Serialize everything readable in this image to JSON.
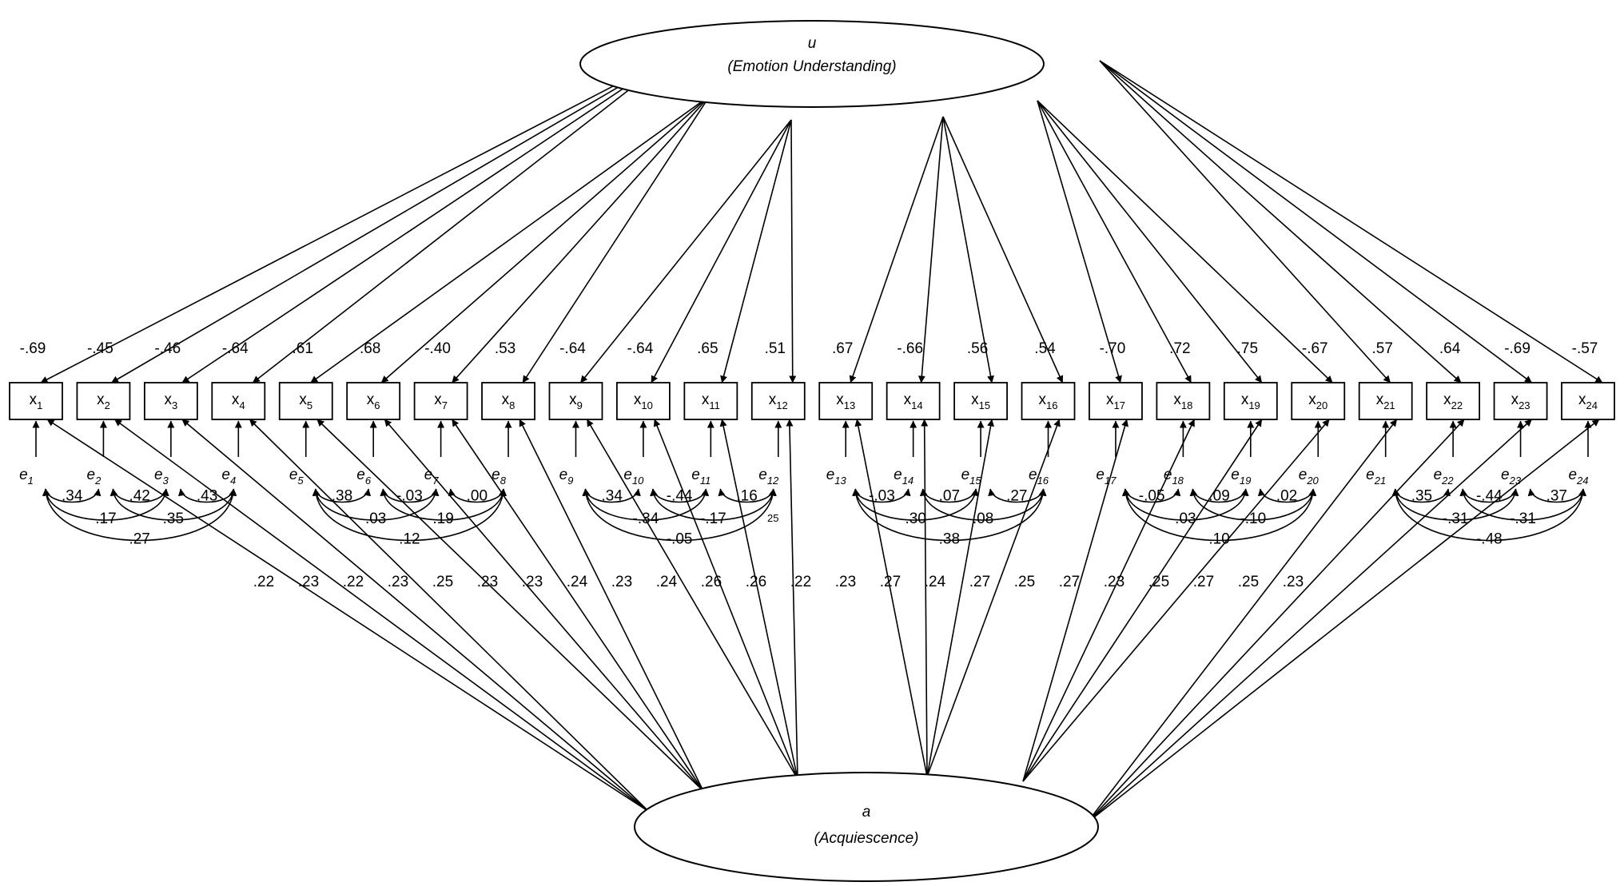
{
  "latents": {
    "u": {
      "symbol": "u",
      "name": "(Emotion Understanding)"
    },
    "a": {
      "symbol": "a",
      "name": "(Acquiescence)"
    }
  },
  "observed": [
    {
      "id": "x1",
      "letter": "x",
      "sub": "1"
    },
    {
      "id": "x2",
      "letter": "x",
      "sub": "2"
    },
    {
      "id": "x3",
      "letter": "x",
      "sub": "3"
    },
    {
      "id": "x4",
      "letter": "x",
      "sub": "4"
    },
    {
      "id": "x5",
      "letter": "x",
      "sub": "5"
    },
    {
      "id": "x6",
      "letter": "x",
      "sub": "6"
    },
    {
      "id": "x7",
      "letter": "x",
      "sub": "7"
    },
    {
      "id": "x8",
      "letter": "x",
      "sub": "8"
    },
    {
      "id": "x9",
      "letter": "x",
      "sub": "9"
    },
    {
      "id": "x10",
      "letter": "x",
      "sub": "10"
    },
    {
      "id": "x11",
      "letter": "x",
      "sub": "11"
    },
    {
      "id": "x12",
      "letter": "x",
      "sub": "12"
    },
    {
      "id": "x13",
      "letter": "x",
      "sub": "13"
    },
    {
      "id": "x14",
      "letter": "x",
      "sub": "14"
    },
    {
      "id": "x15",
      "letter": "x",
      "sub": "15"
    },
    {
      "id": "x16",
      "letter": "x",
      "sub": "16"
    },
    {
      "id": "x17",
      "letter": "x",
      "sub": "17"
    },
    {
      "id": "x18",
      "letter": "x",
      "sub": "18"
    },
    {
      "id": "x19",
      "letter": "x",
      "sub": "19"
    },
    {
      "id": "x20",
      "letter": "x",
      "sub": "20"
    },
    {
      "id": "x21",
      "letter": "x",
      "sub": "21"
    },
    {
      "id": "x22",
      "letter": "x",
      "sub": "22"
    },
    {
      "id": "x23",
      "letter": "x",
      "sub": "23"
    },
    {
      "id": "x24",
      "letter": "x",
      "sub": "24"
    }
  ],
  "errors": [
    {
      "letter": "e",
      "sub": "1"
    },
    {
      "letter": "e",
      "sub": "2"
    },
    {
      "letter": "e",
      "sub": "3"
    },
    {
      "letter": "e",
      "sub": "4"
    },
    {
      "letter": "e",
      "sub": "5"
    },
    {
      "letter": "e",
      "sub": "6"
    },
    {
      "letter": "e",
      "sub": "7"
    },
    {
      "letter": "e",
      "sub": "8"
    },
    {
      "letter": "e",
      "sub": "9"
    },
    {
      "letter": "e",
      "sub": "10"
    },
    {
      "letter": "e",
      "sub": "11"
    },
    {
      "letter": "e",
      "sub": "12"
    },
    {
      "letter": "e",
      "sub": "13"
    },
    {
      "letter": "e",
      "sub": "14"
    },
    {
      "letter": "e",
      "sub": "15"
    },
    {
      "letter": "e",
      "sub": "16"
    },
    {
      "letter": "e",
      "sub": "17"
    },
    {
      "letter": "e",
      "sub": "18"
    },
    {
      "letter": "e",
      "sub": "19"
    },
    {
      "letter": "e",
      "sub": "20"
    },
    {
      "letter": "e",
      "sub": "21"
    },
    {
      "letter": "e",
      "sub": "22"
    },
    {
      "letter": "e",
      "sub": "23"
    },
    {
      "letter": "e",
      "sub": "24"
    }
  ],
  "u_loadings": [
    "-.69",
    "-.45",
    "-.46",
    "-.64",
    ".61",
    ".68",
    "-.40",
    ".53",
    "-.64",
    "-.64",
    ".65",
    ".51",
    ".67",
    "-.66",
    ".56",
    ".54",
    "-.70",
    ".72",
    ".75",
    "-.67",
    ".57",
    ".64",
    "-.69",
    "-.57"
  ],
  "a_loadings": [
    ".22",
    ".23",
    ".22",
    ".23",
    ".25",
    ".23",
    ".23",
    ".24",
    ".23",
    ".24",
    ".26",
    ".26",
    ".22",
    ".23",
    ".27",
    ".24",
    ".27",
    ".25",
    ".27",
    ".23",
    ".25",
    ".27",
    ".25",
    ".23"
  ],
  "residual_covariances": [
    {
      "from": 1,
      "to": 2,
      "value": ".34"
    },
    {
      "from": 2,
      "to": 3,
      "value": ".42"
    },
    {
      "from": 3,
      "to": 4,
      "value": ".43"
    },
    {
      "from": 1,
      "to": 3,
      "value": ".17"
    },
    {
      "from": 2,
      "to": 4,
      "value": ".35"
    },
    {
      "from": 1,
      "to": 4,
      "value": ".27"
    },
    {
      "from": 5,
      "to": 6,
      "value": ".38"
    },
    {
      "from": 6,
      "to": 7,
      "value": "-.03"
    },
    {
      "from": 7,
      "to": 8,
      "value": ".00"
    },
    {
      "from": 5,
      "to": 7,
      "value": ".03"
    },
    {
      "from": 6,
      "to": 8,
      "value": ".19"
    },
    {
      "from": 5,
      "to": 8,
      "value": ".12"
    },
    {
      "from": 9,
      "to": 10,
      "value": ".34"
    },
    {
      "from": 10,
      "to": 11,
      "value": "-.44"
    },
    {
      "from": 11,
      "to": 12,
      "value": ".16"
    },
    {
      "from": 9,
      "to": 11,
      "value": "-.34"
    },
    {
      "from": 10,
      "to": 12,
      "value": "-.17"
    },
    {
      "from": 9,
      "to": 12,
      "value": "-.05"
    },
    {
      "from": 13,
      "to": 14,
      "value": "-.03"
    },
    {
      "from": 14,
      "to": 15,
      "value": ".07"
    },
    {
      "from": 15,
      "to": 16,
      "value": ".27"
    },
    {
      "from": 13,
      "to": 15,
      "value": ".30"
    },
    {
      "from": 14,
      "to": 16,
      "value": ".08"
    },
    {
      "from": 13,
      "to": 16,
      "value": ".38"
    },
    {
      "from": 17,
      "to": 18,
      "value": "-.05"
    },
    {
      "from": 18,
      "to": 19,
      "value": ".09"
    },
    {
      "from": 19,
      "to": 20,
      "value": ".02"
    },
    {
      "from": 17,
      "to": 19,
      "value": ".03"
    },
    {
      "from": 18,
      "to": 20,
      "value": "-.10"
    },
    {
      "from": 17,
      "to": 20,
      "value": ".10"
    },
    {
      "from": 21,
      "to": 22,
      "value": ".35"
    },
    {
      "from": 22,
      "to": 23,
      "value": "-.44"
    },
    {
      "from": 23,
      "to": 24,
      "value": ".37"
    },
    {
      "from": 21,
      "to": 23,
      "value": "-.31"
    },
    {
      "from": 22,
      "to": 24,
      "value": "-.31"
    },
    {
      "from": 21,
      "to": 24,
      "value": "-.48"
    }
  ],
  "stray_label": "25"
}
